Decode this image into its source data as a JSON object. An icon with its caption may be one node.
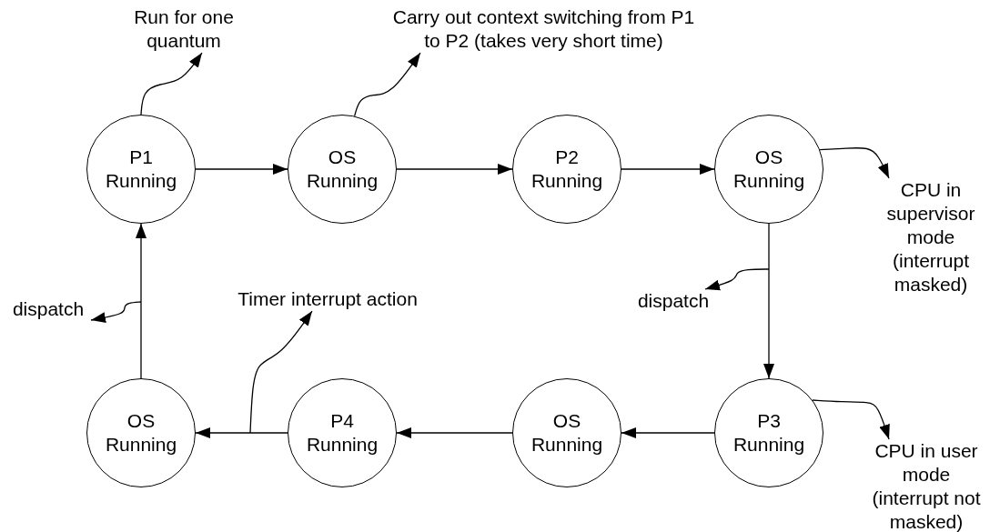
{
  "diagram": {
    "nodes": [
      {
        "text": [
          "P1 Running"
        ]
      },
      {
        "text": [
          "OS Running"
        ]
      },
      {
        "text": [
          "P2 Running"
        ]
      },
      {
        "text": [
          "OS Running"
        ]
      },
      {
        "text": [
          "P3 Running"
        ]
      },
      {
        "text": [
          "OS Running"
        ]
      },
      {
        "text": [
          "P4 Running"
        ]
      },
      {
        "text": [
          "OS Running"
        ]
      },
      {
        "text": [
          "Run for one quantum"
        ]
      },
      {
        "text": [
          "Carry out context switching from P1 to P2 (takes very short time)"
        ]
      },
      {
        "text": [
          "CPU in supervisor mode (interrupt masked)"
        ]
      },
      {
        "text": [
          "dispatch"
        ]
      },
      {
        "text": [
          "CPU in user mode (interrupt not masked)"
        ]
      },
      {
        "text": [
          "Timer interrupt action"
        ]
      },
      {
        "text": [
          "dispatch"
        ]
      }
    ],
    "edges": [
      {
        "from": 0,
        "to": 1,
        "arrow": "to"
      },
      {
        "from": 1,
        "to": 2,
        "arrow": "to"
      },
      {
        "from": 2,
        "to": 3,
        "arrow": "to"
      },
      {
        "from": 3,
        "to": 4,
        "arrow": "to"
      },
      {
        "from": 4,
        "to": 5,
        "arrow": "to"
      },
      {
        "from": 5,
        "to": 6,
        "arrow": "to"
      },
      {
        "from": 6,
        "to": 7,
        "arrow": "to"
      },
      {
        "from": 7,
        "to": 0,
        "arrow": "to"
      },
      {
        "from": 0,
        "to": 8,
        "arrow": "to"
      },
      {
        "from": 1,
        "to": 9,
        "arrow": "to"
      },
      {
        "from": 3,
        "to": 10,
        "arrow": "to"
      },
      {
        "from": null,
        "to": 11,
        "arrow": "to"
      },
      {
        "from": 4,
        "to": 12,
        "arrow": "to"
      },
      {
        "from": null,
        "to": 13,
        "arrow": "to"
      },
      {
        "from": null,
        "to": 14,
        "arrow": "to"
      }
    ]
  }
}
